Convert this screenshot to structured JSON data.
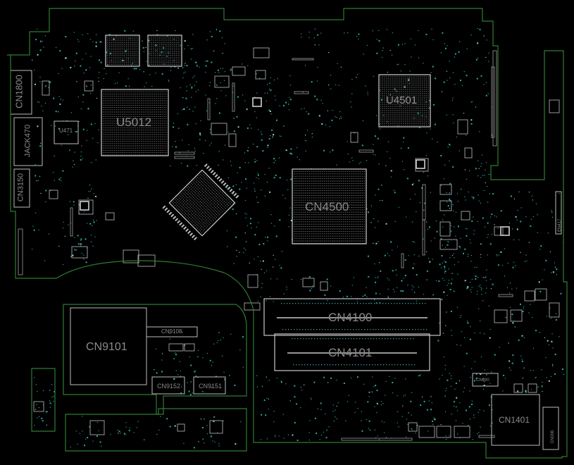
{
  "colors": {
    "background": "#000000",
    "outline": "#2e7d32",
    "component": "#bdbdbd",
    "via": "#2fa4a4",
    "label": "#8a8a8a"
  },
  "labels": {
    "u5012": "U5012",
    "u4501": "U4501",
    "cn4500": "CN4500",
    "cn4100": "CN4100",
    "cn4101": "CN4101",
    "cn9101": "CN9101",
    "cn9108": "CN9108",
    "cn9152": "CN9152",
    "cn9151": "CN9151",
    "cn1800": "CN1800",
    "jack470": "JACK470",
    "cn3150": "CN3150",
    "u471": "U471",
    "cn1401": "CN1401",
    "cn690": "CN690",
    "cn006": "CN006",
    "cn417": "CN417"
  }
}
